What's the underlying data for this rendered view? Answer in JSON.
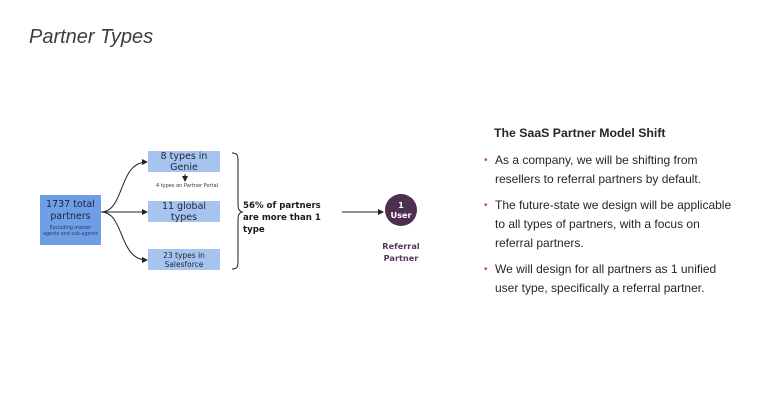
{
  "slide": {
    "title": "Partner Types"
  },
  "diagram": {
    "total": {
      "label": "1737 total partners",
      "note": "Excluding master agents and sub-agents"
    },
    "genie": {
      "label": "8 types in Genie",
      "note": "4 types on Partner Portal"
    },
    "global": {
      "label": "11 global types"
    },
    "salesforce": {
      "label": "23 types in Salesforce"
    },
    "stat": "56% of partners are more than 1 type",
    "user_circle": {
      "number": "1",
      "label": "User"
    },
    "user_caption": "Referral Partner"
  },
  "panel": {
    "title": "The SaaS Partner Model Shift",
    "bullets": [
      "As a company, we will be shifting from resellers to referral partners by default.",
      "The future-state we design will be applicable to all types of partners, with a focus on referral partners.",
      "We will design for all partners as 1 unified user type, specifically a referral partner."
    ]
  },
  "colors": {
    "accent_bullet": "#e03b3b",
    "box_fill": "#a7c4f0",
    "total_box_fill": "#6f9ee8",
    "user_circle": "#4f2f4f"
  },
  "icons": [
    "arrow-right-icon",
    "arrow-down-icon",
    "curly-brace-icon",
    "bullet-icon"
  ]
}
